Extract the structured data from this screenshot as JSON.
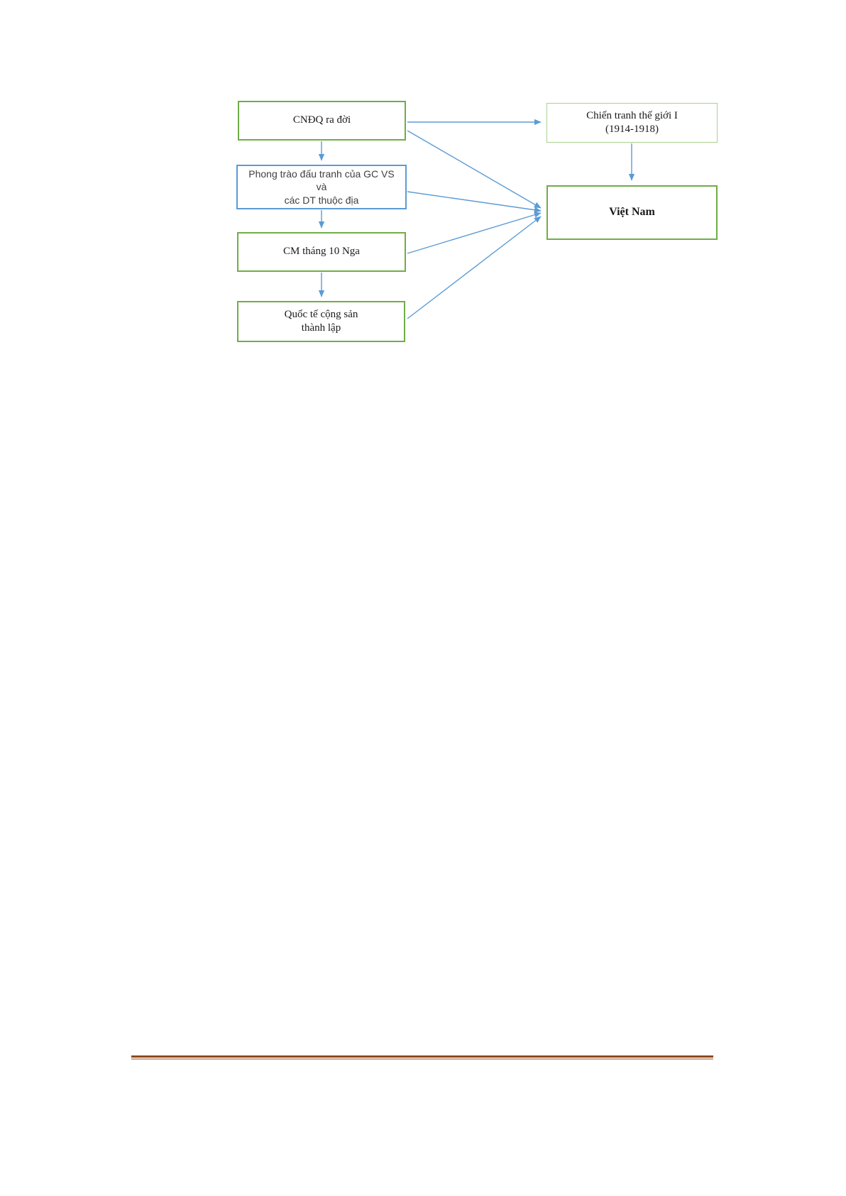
{
  "diagram": {
    "nodes": {
      "cndq": {
        "lines": [
          "CNĐQ ra đời"
        ]
      },
      "phong_trao": {
        "lines": [
          "Phong trào đấu tranh của GC VS và",
          "các DT thuộc địa"
        ]
      },
      "cm_thang_10": {
        "lines": [
          "CM tháng 10 Nga"
        ]
      },
      "quoc_te": {
        "lines": [
          "Quốc tế cộng sản",
          "thành lập"
        ]
      },
      "chien_tranh": {
        "lines": [
          "Chiến tranh thế giới I",
          "(1914-1918)"
        ]
      },
      "viet_nam": {
        "lines": [
          "Việt Nam"
        ]
      }
    },
    "colors": {
      "green_border": "#70ad47",
      "blue_border": "#5b9bd5",
      "light_green_border": "#a9d18e",
      "arrow": "#5b9bd5",
      "footer_rule_dark": "#8c4a22",
      "footer_rule_light": "#c9a284"
    }
  }
}
